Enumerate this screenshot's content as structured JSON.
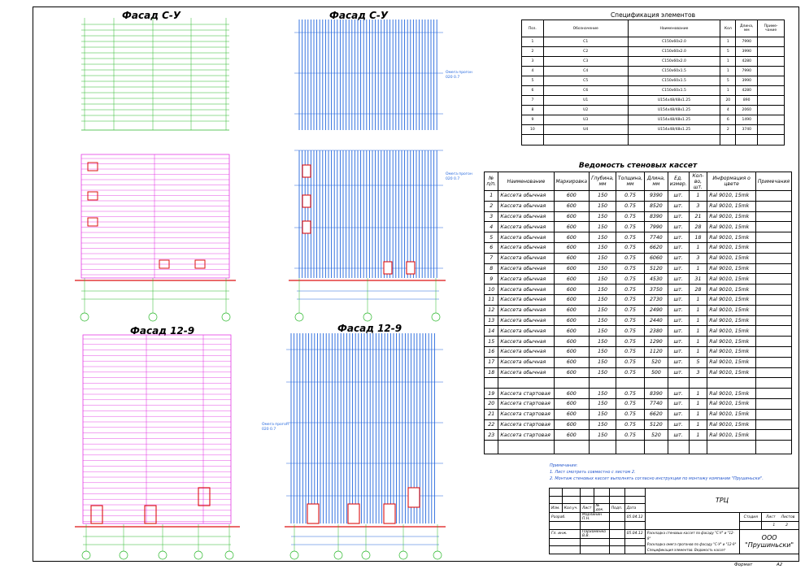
{
  "drawings": {
    "facade_1_title": "Фасад С-У",
    "facade_2_title": "Фасад С-У",
    "facade_3_title": "Фасад 12-9",
    "facade_4_title": "Фасад 12-9"
  },
  "spec": {
    "title": "Спецификация элементов",
    "headers": [
      "Поз.",
      "Обозначение",
      "Наименование",
      "Кол",
      "Длина, мм",
      "Приме-чание"
    ],
    "rows": [
      [
        "1",
        "С1",
        "С150x60x2.0",
        "1",
        "7990",
        ""
      ],
      [
        "2",
        "С2",
        "С150x60x2.0",
        "5",
        "3990",
        ""
      ],
      [
        "3",
        "С3",
        "С150x60x2.0",
        "1",
        "4280",
        ""
      ],
      [
        "4",
        "С4",
        "С150x60x1.5",
        "1",
        "7990",
        ""
      ],
      [
        "5",
        "С5",
        "С150x60x1.5",
        "5",
        "3990",
        ""
      ],
      [
        "6",
        "С6",
        "С150x60x1.5",
        "1",
        "4280",
        ""
      ],
      [
        "7",
        "U1",
        "U154x48/48x1.25",
        "20",
        "890",
        ""
      ],
      [
        "8",
        "U2",
        "U154x48/48x1.25",
        "4",
        "2060",
        ""
      ],
      [
        "9",
        "U3",
        "U154x48/48x1.25",
        "6",
        "1490",
        ""
      ],
      [
        "10",
        "U4",
        "U154x48/48x1.25",
        "2",
        "3740",
        ""
      ]
    ]
  },
  "ved": {
    "title": "Ведомость стеновых кассет",
    "headers": [
      "№ п/п.",
      "Наименование",
      "Маркировка",
      "Глубина, мм",
      "Толщина, мм",
      "Длина, мм",
      "Ед. измер.",
      "Кол-во, шт.",
      "Информация о цвете",
      "Примечания"
    ],
    "rows": [
      [
        "1",
        "Кассета обычная",
        "600",
        "150",
        "0.75",
        "9390",
        "шт.",
        "1",
        "Ral 9010, 15mk",
        ""
      ],
      [
        "2",
        "Кассета обычная",
        "600",
        "150",
        "0.75",
        "8520",
        "шт.",
        "3",
        "Ral 9010, 15mk",
        ""
      ],
      [
        "3",
        "Кассета обычная",
        "600",
        "150",
        "0.75",
        "8390",
        "шт.",
        "21",
        "Ral 9010, 15mk",
        ""
      ],
      [
        "4",
        "Кассета обычная",
        "600",
        "150",
        "0.75",
        "7990",
        "шт.",
        "28",
        "Ral 9010, 15mk",
        ""
      ],
      [
        "5",
        "Кассета обычная",
        "600",
        "150",
        "0.75",
        "7740",
        "шт.",
        "18",
        "Ral 9010, 15mk",
        ""
      ],
      [
        "6",
        "Кассета обычная",
        "600",
        "150",
        "0.75",
        "6620",
        "шт.",
        "1",
        "Ral 9010, 15mk",
        ""
      ],
      [
        "7",
        "Кассета обычная",
        "600",
        "150",
        "0.75",
        "6060",
        "шт.",
        "3",
        "Ral 9010, 15mk",
        ""
      ],
      [
        "8",
        "Кассета обычная",
        "600",
        "150",
        "0.75",
        "5120",
        "шт.",
        "1",
        "Ral 9010, 15mk",
        ""
      ],
      [
        "9",
        "Кассета обычная",
        "600",
        "150",
        "0.75",
        "4530",
        "шт.",
        "31",
        "Ral 9010, 15mk",
        ""
      ],
      [
        "10",
        "Кассета обычная",
        "600",
        "150",
        "0.75",
        "3750",
        "шт.",
        "28",
        "Ral 9010, 15mk",
        ""
      ],
      [
        "11",
        "Кассета обычная",
        "600",
        "150",
        "0.75",
        "2730",
        "шт.",
        "1",
        "Ral 9010, 15mk",
        ""
      ],
      [
        "12",
        "Кассета обычная",
        "600",
        "150",
        "0.75",
        "2490",
        "шт.",
        "1",
        "Ral 9010, 15mk",
        ""
      ],
      [
        "13",
        "Кассета обычная",
        "600",
        "150",
        "0.75",
        "2440",
        "шт.",
        "1",
        "Ral 9010, 15mk",
        ""
      ],
      [
        "14",
        "Кассета обычная",
        "600",
        "150",
        "0.75",
        "2380",
        "шт.",
        "1",
        "Ral 9010, 15mk",
        ""
      ],
      [
        "15",
        "Кассета обычная",
        "600",
        "150",
        "0.75",
        "1290",
        "шт.",
        "1",
        "Ral 9010, 15mk",
        ""
      ],
      [
        "16",
        "Кассета обычная",
        "600",
        "150",
        "0.75",
        "1120",
        "шт.",
        "1",
        "Ral 9010, 15mk",
        ""
      ],
      [
        "17",
        "Кассета обычная",
        "600",
        "150",
        "0.75",
        "520",
        "шт.",
        "5",
        "Ral 9010, 15mk",
        ""
      ],
      [
        "18",
        "Кассета обычная",
        "600",
        "150",
        "0.75",
        "500",
        "шт.",
        "3",
        "Ral 9010, 15mk",
        ""
      ]
    ],
    "rows2": [
      [
        "19",
        "Кассета стартовая",
        "600",
        "150",
        "0.75",
        "8390",
        "шт.",
        "1",
        "Ral 9010, 15mk",
        ""
      ],
      [
        "20",
        "Кассета стартовая",
        "600",
        "150",
        "0.75",
        "7740",
        "шт.",
        "1",
        "Ral 9010, 15mk",
        ""
      ],
      [
        "21",
        "Кассета стартовая",
        "600",
        "150",
        "0.75",
        "6620",
        "шт.",
        "1",
        "Ral 9010, 15mk",
        ""
      ],
      [
        "22",
        "Кассета стартовая",
        "600",
        "150",
        "0.75",
        "5120",
        "шт.",
        "1",
        "Ral 9010, 15mk",
        ""
      ],
      [
        "23",
        "Кассета стартовая",
        "600",
        "150",
        "0.75",
        "520",
        "шт.",
        "1",
        "Ral 9010, 15mk",
        ""
      ]
    ]
  },
  "notes": {
    "heading": "Примечания:",
    "line1": "1. Лист смотреть совместно с листом 2.",
    "line2": "2. Монтаж стеновых кассет выполнять согласно инструкции по монтажу компании \"Прушиньски\"."
  },
  "title_block": {
    "project": "ТРЦ",
    "col_headers": [
      "Изм.",
      "Кол.уч.",
      "Лист",
      "№ док.",
      "Подп.",
      "Дата"
    ],
    "row1_role": "Разраб.",
    "row1_name": "Марлинин П.Н.",
    "row1_date": "05.04.12",
    "row2_role": "Гл. инж.",
    "row2_name": "Пархоменко В.В.",
    "row2_date": "05.04.12",
    "desc1": "Раскладка стеновых кассет по фасаду \"С-У\" и \"12-9\"",
    "desc2": "Раскладка омега прогонов по фасаду \"С-У\" и \"12-9\"",
    "desc3": "Спецификация элементов. Ведомость кассет",
    "stage_label": "Стадия",
    "sheet_label": "Лист",
    "sheets_label": "Листов",
    "sheet_value": "1",
    "sheets_value": "2",
    "company": "ООО \"Прушиньски\"",
    "format_label": "Формат",
    "format_value": "А2"
  },
  "drawing_labels": {
    "omega_1": "Омега прогон",
    "omega_1_code": "020 0.7",
    "omega_2": "Омега прогон",
    "omega_2_code": "020 0.7",
    "omega_3": "Омега прогон",
    "omega_3_code": "020 0.7"
  },
  "colors": {
    "green": "#2db82d",
    "magenta": "#e020e0",
    "blue": "#2266dd",
    "red": "#dd1111"
  }
}
